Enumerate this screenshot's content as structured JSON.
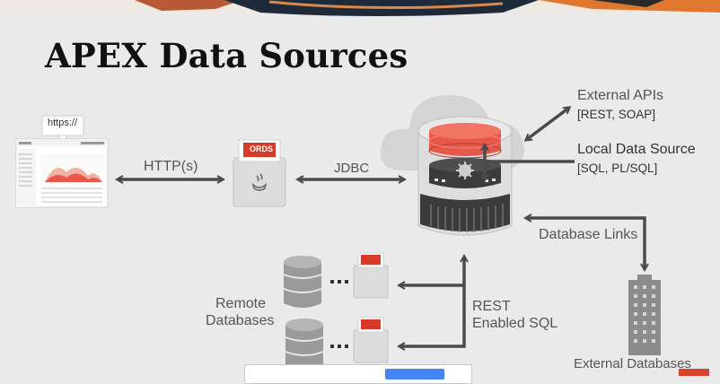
{
  "slide": {
    "title": "APEX Data Sources"
  },
  "browser": {
    "url": "https://"
  },
  "connections": {
    "http": "HTTP(s)",
    "jdbc": "JDBC"
  },
  "ords": {
    "badge": "ORDS"
  },
  "external_apis": {
    "label": "External APIs",
    "detail": "[REST, SOAP]"
  },
  "local_source": {
    "label": "Local Data Source",
    "detail": "[SQL, PL/SQL]"
  },
  "database_links": {
    "label": "Database Links"
  },
  "remote": {
    "line1": "Remote",
    "line2": "Databases"
  },
  "rest_sql": {
    "line1": "REST",
    "line2": "Enabled SQL"
  },
  "external_databases": {
    "label": "External Databases"
  },
  "colors": {
    "background": "#eaeaea",
    "arrow": "#4a4a4a",
    "ords_red": "#d83a2a",
    "db_red": "#e8584a",
    "db_dark": "#3b3b3b",
    "db_gray": "#8c8c8c"
  }
}
